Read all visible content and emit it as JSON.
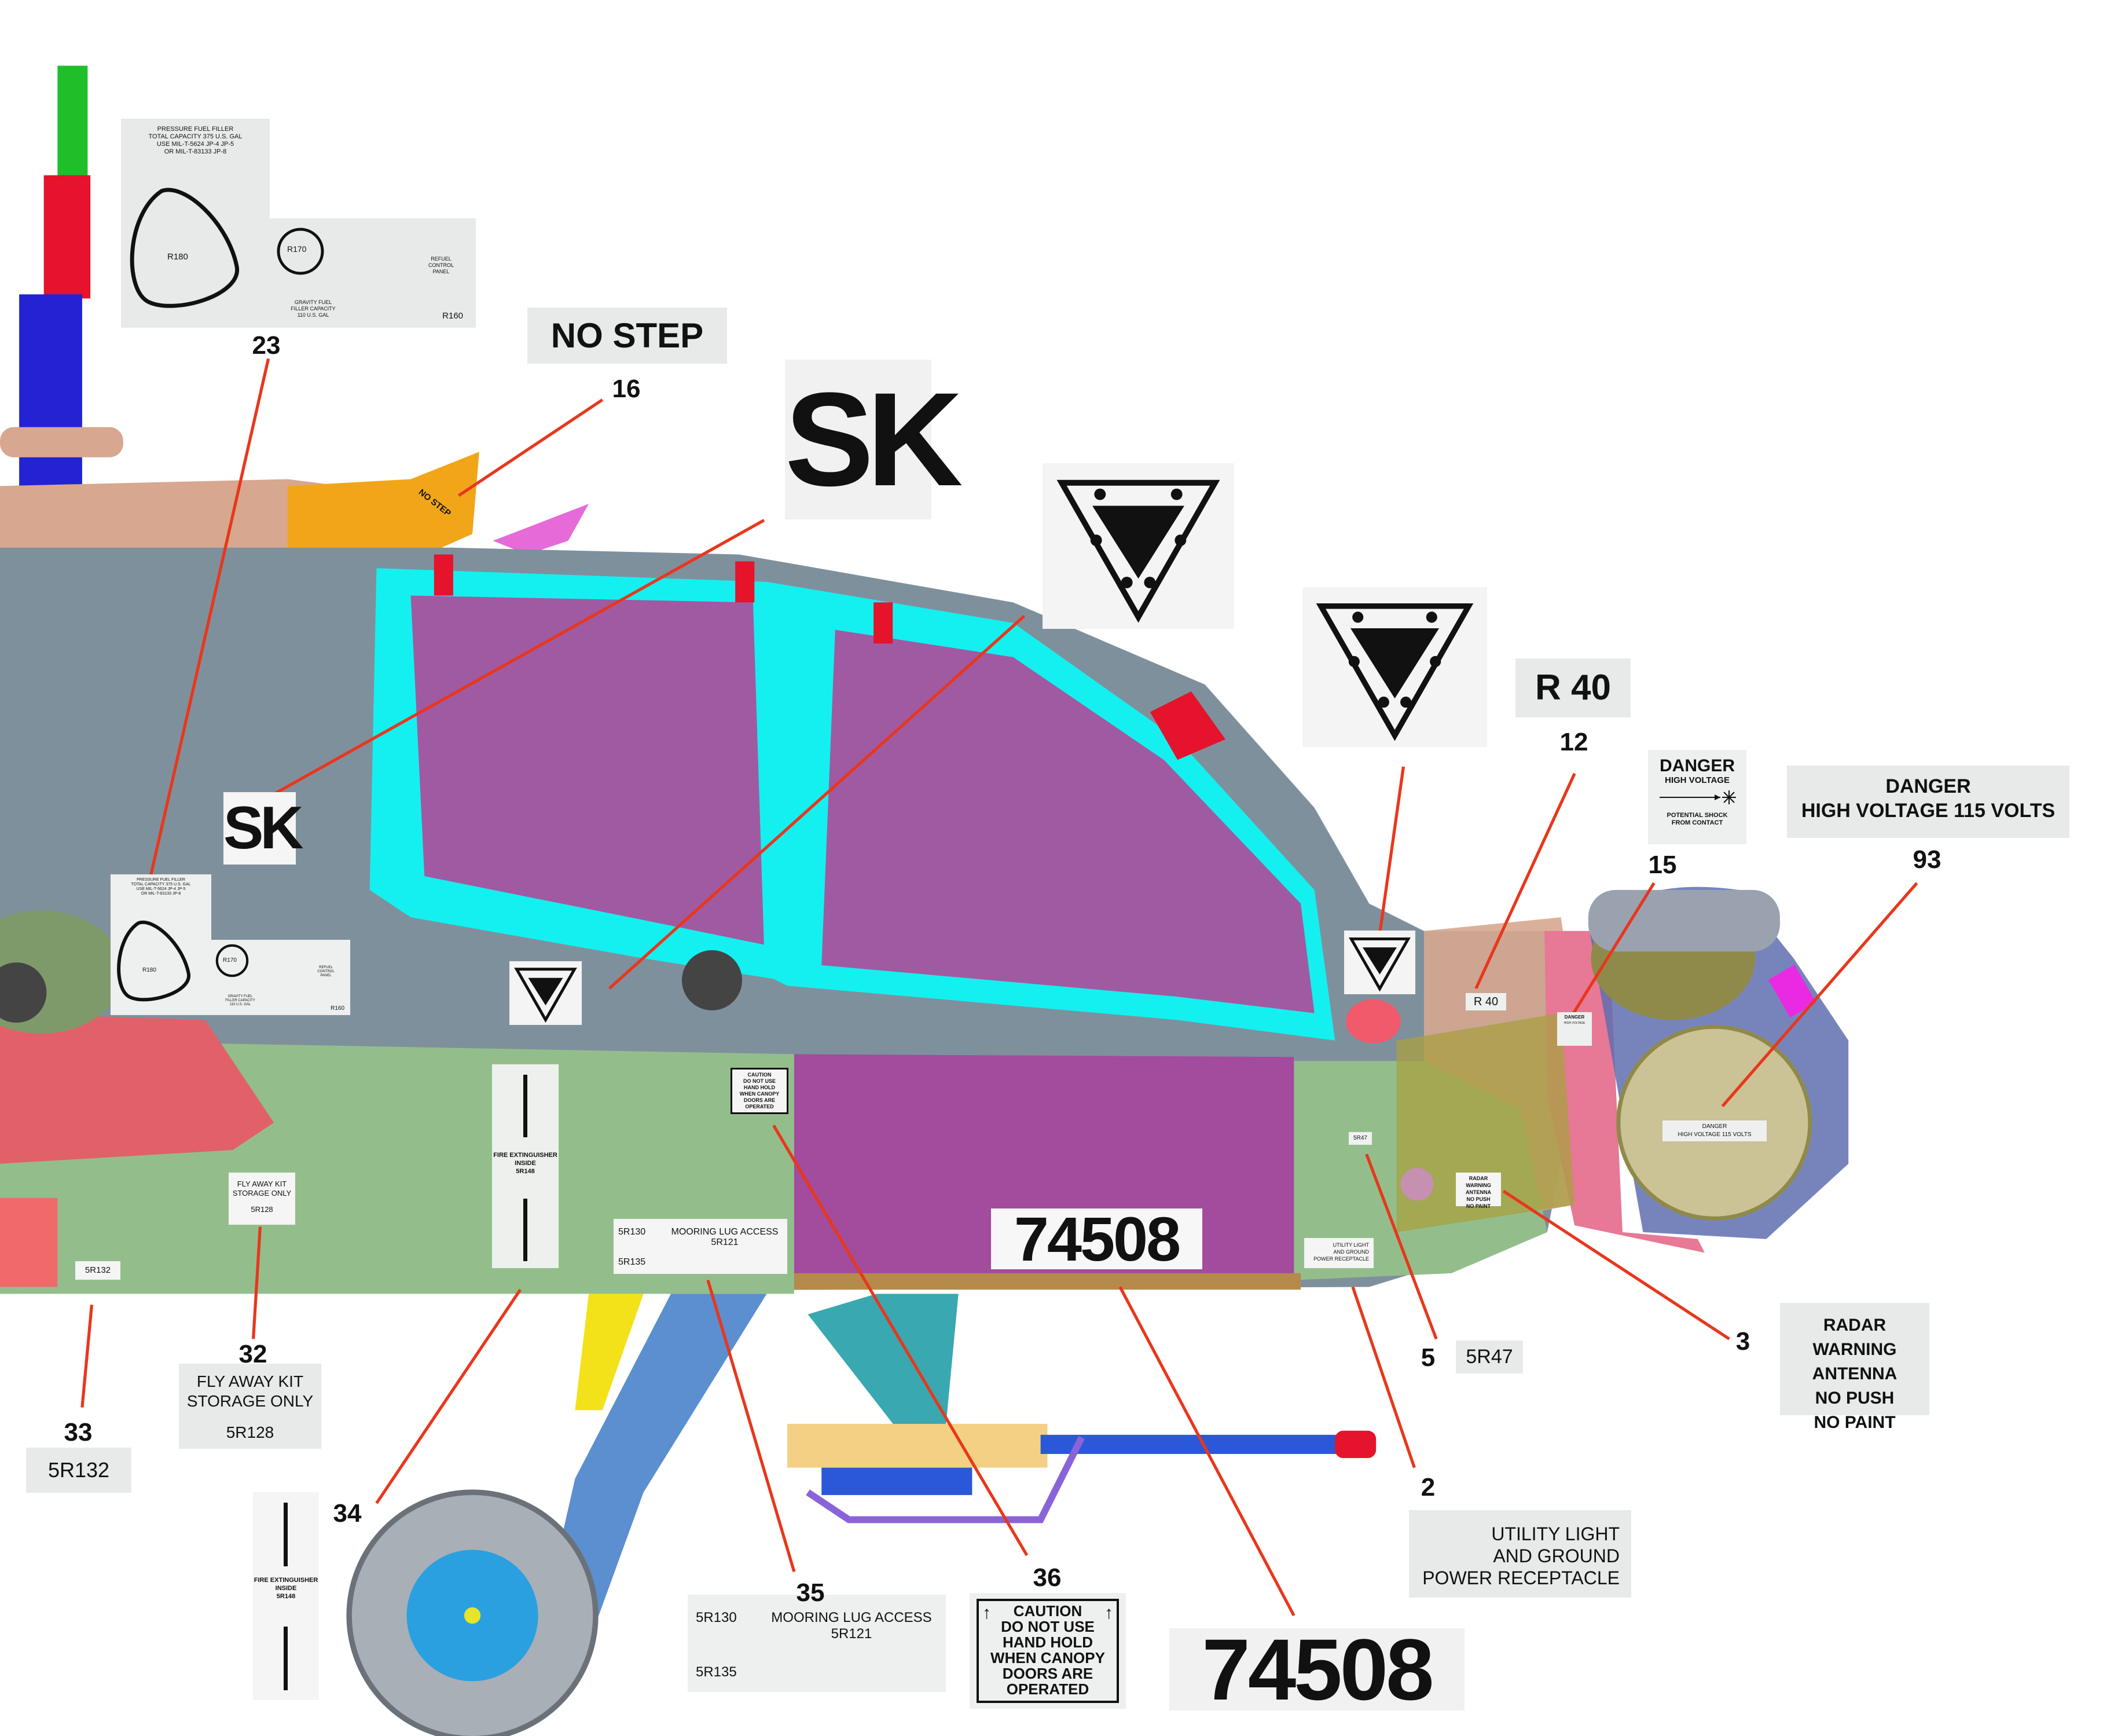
{
  "diagram": {
    "colors": {
      "leader": "#e8371c",
      "fuselage": "#7f909d",
      "canopy_glass": "#a05aa2",
      "canopy_frame": "#14f0f0",
      "lower_panel": "#93be8c",
      "ammo_bay": "#a34b9d",
      "sensor_pink": "#e77896",
      "sensor_dome": "#cbc296"
    },
    "callouts": [
      {
        "number": "23"
      },
      {
        "number": "16"
      },
      {
        "number": "12"
      },
      {
        "number": "15"
      },
      {
        "number": "93"
      },
      {
        "number": "3"
      },
      {
        "number": "5"
      },
      {
        "number": "2"
      },
      {
        "number": "36"
      },
      {
        "number": "35"
      },
      {
        "number": "34"
      },
      {
        "number": "33"
      },
      {
        "number": "32"
      }
    ],
    "decals": {
      "fuel": {
        "line1": "PRESSURE FUEL FILLER",
        "line2": "TOTAL CAPACITY 375 U.S. GAL",
        "line3": "USE MIL-T-5624 JP-4 JP-5",
        "line4": "OR MIL-T-83133 JP-8",
        "r180": "R180",
        "r170": "R170",
        "gravity1": "GRAVITY FUEL",
        "gravity2": "FILLER CAPACITY",
        "gravity3": "110 U.S. GAL",
        "refuel1": "REFUEL",
        "refuel2": "CONTROL",
        "refuel3": "PANEL",
        "r160": "R160"
      },
      "no_step": "NO STEP",
      "sk": "SK",
      "r40": "R 40",
      "danger_small": {
        "l1": "DANGER",
        "l2": "HIGH VOLTAGE",
        "l3": "POTENTIAL SHOCK",
        "l4": "FROM CONTACT"
      },
      "danger_wide": {
        "l1": "DANGER",
        "l2": "HIGH VOLTAGE 115 VOLTS"
      },
      "radar": {
        "l1": "RADAR WARNING",
        "l2": "ANTENNA",
        "l3": "NO PUSH",
        "l4": "NO PAINT"
      },
      "r47": "5R47",
      "utility": {
        "l1": "UTILITY LIGHT",
        "l2": "AND GROUND",
        "l3": "POWER RECEPTACLE"
      },
      "caution": {
        "l1": "CAUTION",
        "l2": "DO NOT USE",
        "l3": "HAND HOLD",
        "l4": "WHEN CANOPY",
        "l5": "DOORS ARE",
        "l6": "OPERATED"
      },
      "mooring": {
        "r130": "5R130",
        "title": "MOORING LUG ACCESS",
        "r121": "5R121",
        "r135": "5R135"
      },
      "serial": "74508",
      "fire": {
        "l1": "FIRE EXTINGUISHER",
        "l2": "INSIDE",
        "l3": "5R148"
      },
      "flyaway": {
        "l1": "FLY AWAY KIT",
        "l2": "STORAGE ONLY",
        "l3": "5R128"
      },
      "r132": "5R132"
    }
  }
}
